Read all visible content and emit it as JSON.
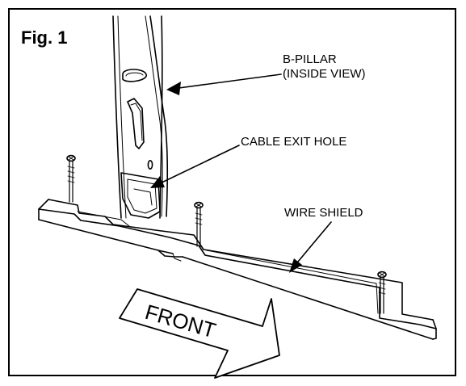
{
  "figure": {
    "title": "Fig. 1",
    "labels": {
      "b_pillar_line1": "B-PILLAR",
      "b_pillar_line2": "(INSIDE VIEW)",
      "cable_exit_hole": "CABLE EXIT HOLE",
      "wire_shield": "WIRE SHIELD",
      "front": "FRONT"
    },
    "icons": [
      "screw-icon",
      "direction-arrow-icon"
    ]
  }
}
